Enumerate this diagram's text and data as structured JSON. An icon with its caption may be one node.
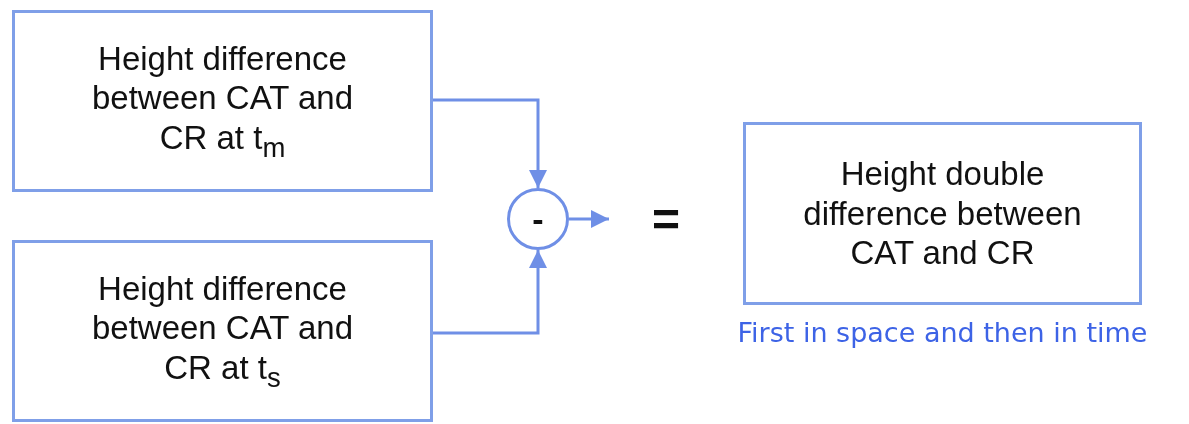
{
  "diagram": {
    "nodes": [
      {
        "text": [
          "Height difference between CAT and CR at t$_{m}$"
        ]
      },
      {
        "text": [
          "Height difference between CAT and CR at t$_{s}$"
        ]
      },
      {
        "text": [
          "-"
        ]
      },
      {
        "text": [
          "Height double difference between CAT and CR"
        ],
        "beside": [
          "First in space and then in time"
        ]
      }
    ],
    "edges": [
      {
        "from": 0,
        "to": 2,
        "arrow": "to"
      },
      {
        "from": 1,
        "to": 2,
        "arrow": "to"
      },
      {
        "from": 2,
        "to": null,
        "arrow": "to"
      }
    ],
    "labels": [
      "="
    ]
  }
}
